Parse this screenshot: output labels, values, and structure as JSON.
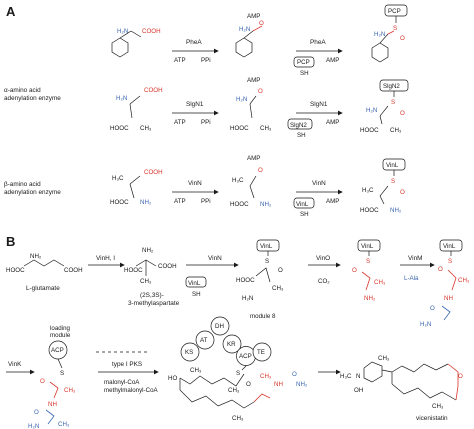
{
  "panels": {
    "a": "A",
    "b": "B"
  },
  "row_labels": {
    "alpha_1": "α-amino acid",
    "alpha_2": "adenylation enzyme",
    "beta_1": "β-amino acid",
    "beta_2": "adenylation enzyme"
  },
  "enzymes": {
    "phea": "PheA",
    "slgn1": "SlgN1",
    "vinn": "VinN",
    "vinh": "VinH, I",
    "vino": "VinO",
    "vinm": "VinM",
    "vink": "VinK",
    "pks": "type I PKS"
  },
  "cofactors": {
    "atp": "ATP",
    "ppi": "PPi",
    "amp": "AMP",
    "co2": "CO₂",
    "lala": "L-Ala",
    "malonyl": "malonyl-CoA",
    "methylmalonyl": "methylmalonyl-CoA"
  },
  "carriers": {
    "pcp": "PCP",
    "slgn2": "SlgN2",
    "vinl": "VinL",
    "acp": "ACP",
    "sh": "SH"
  },
  "groups": {
    "cooh": "COOH",
    "hooc": "HOOC",
    "h2n": "H₂N",
    "nh2": "NH₂",
    "ch3": "CH₃",
    "h3c": "H₃C",
    "o": "O",
    "s": "S",
    "nh": "NH",
    "ho": "HO",
    "oh": "OH",
    "n": "N"
  },
  "compounds": {
    "glutamate": "L-glutamate",
    "msa_1": "(2S,3S)-",
    "msa_2": "3-methylaspartate",
    "vicenistatin": "vicenistatin"
  },
  "loading": {
    "line1": "loading",
    "line2": "module"
  },
  "module8": {
    "title": "module 8",
    "domains": [
      "KS",
      "AT",
      "DH",
      "KR",
      "ACP",
      "TE"
    ]
  },
  "colors": {
    "red": "#d9352b",
    "blue": "#3a66b0",
    "ink": "#1a1a1a"
  }
}
